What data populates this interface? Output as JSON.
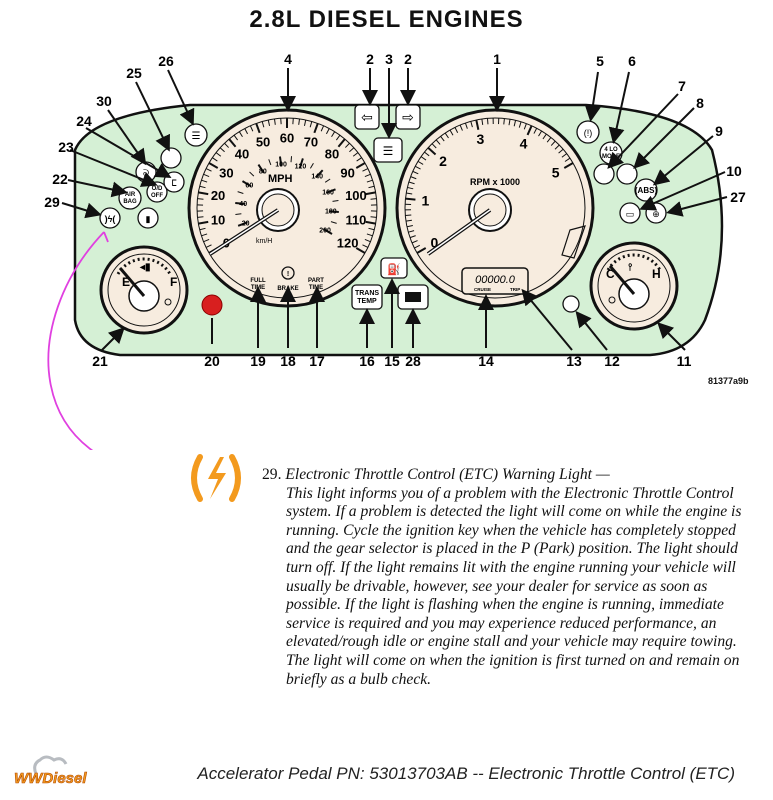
{
  "title": "2.8L DIESEL ENGINES",
  "figure_code": "81377a9b",
  "callouts": [
    "1",
    "2",
    "2",
    "3",
    "4",
    "5",
    "6",
    "7",
    "8",
    "9",
    "10",
    "11",
    "12",
    "13",
    "14",
    "15",
    "16",
    "17",
    "18",
    "19",
    "20",
    "21",
    "22",
    "23",
    "24",
    "25",
    "26",
    "27",
    "28",
    "29",
    "30"
  ],
  "speedometer": {
    "mph_label": "MPH",
    "kmh_label": "km/H",
    "mph_ticks": [
      "0",
      "10",
      "20",
      "30",
      "40",
      "50",
      "60",
      "70",
      "80",
      "90",
      "100",
      "110",
      "120"
    ],
    "kmh_ticks": [
      "20",
      "40",
      "60",
      "80",
      "100",
      "120",
      "140",
      "160",
      "180",
      "200"
    ],
    "full_time": "FULL\nTIME",
    "brake": "BRAKE",
    "part_time": "PART\nTIME"
  },
  "tachometer": {
    "label": "RPM x 1000",
    "ticks": [
      "0",
      "1",
      "2",
      "3",
      "4",
      "5"
    ],
    "odometer": "00000.0",
    "cruise": "CRUISE",
    "trip": "TRIP"
  },
  "fuel_gauge": {
    "empty": "E",
    "full": "F"
  },
  "temp_gauge": {
    "cold": "C",
    "hot": "H"
  },
  "indicators": {
    "airbag": "AIR\nBAG",
    "od_off": "O/D\nOFF",
    "four_lo": "4 LO\nMODE",
    "abs": "ABS",
    "trans_temp": "TRANS\nTEMP"
  },
  "description": {
    "number": "29.",
    "heading": "Electronic Throttle Control (ETC) Warning Light —",
    "text": "This light informs you of a problem with the Electronic Throttle Control system. If a problem is detected the light will come on while the engine is running. Cycle the ignition key when the vehicle has completely stopped and the gear selector is placed in the P (Park) position. The light should turn off. If the light remains lit with the engine running your vehicle will usually be drivable, however, see your dealer for service as soon as possible. If the light is flashing when the engine is running, immediate service is required and you may experience reduced performance, an elevated/rough idle or engine stall and your vehicle may require towing. The light will come on when the ignition is first turned on and remain on briefly as a bulb check."
  },
  "footer": "Accelerator Pedal PN:  53013703AB -- Electronic Throttle Control (ETC)",
  "logo_text": "WWDiesel",
  "colors": {
    "panel": "#d5f0d5",
    "gauge_face": "#f7ecdf",
    "warning_red": "#d81f1f",
    "arrow_magenta": "#e040e0",
    "etc_orange": "#f39a1e"
  }
}
